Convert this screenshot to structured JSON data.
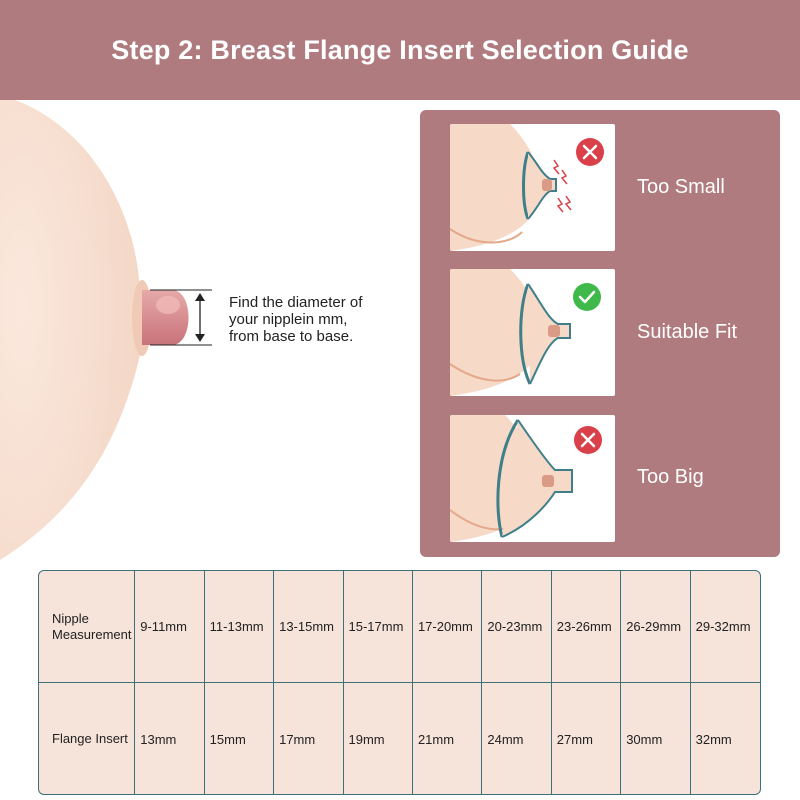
{
  "header": {
    "title": "Step 2: Breast Flange Insert Selection Guide"
  },
  "colors": {
    "brand_rose": "#b07b7f",
    "skin": "#f6e3da",
    "table_border": "#3f6f7a",
    "ok_green": "#3fba4a",
    "bad_red": "#d9404a"
  },
  "measure": {
    "line1": "Find the diameter of",
    "line2": "your nipplein mm,",
    "line3": "from base to base."
  },
  "fit_guide": [
    {
      "label": "Too Small",
      "status_icon": "x-icon"
    },
    {
      "label": "Suitable Fit",
      "status_icon": "check-icon"
    },
    {
      "label": "Too Big",
      "status_icon": "x-icon"
    }
  ],
  "size_table": {
    "row1_label_a": "Nipple",
    "row1_label_b": "Measurement",
    "row2_label": "Flange Insert",
    "nipple": [
      "9-11mm",
      "11-13mm",
      "13-15mm",
      "15-17mm",
      "17-20mm",
      "20-23mm",
      "23-26mm",
      "26-29mm",
      "29-32mm"
    ],
    "flange": [
      "13mm",
      "15mm",
      "17mm",
      "19mm",
      "21mm",
      "24mm",
      "27mm",
      "30mm",
      "32mm"
    ]
  }
}
